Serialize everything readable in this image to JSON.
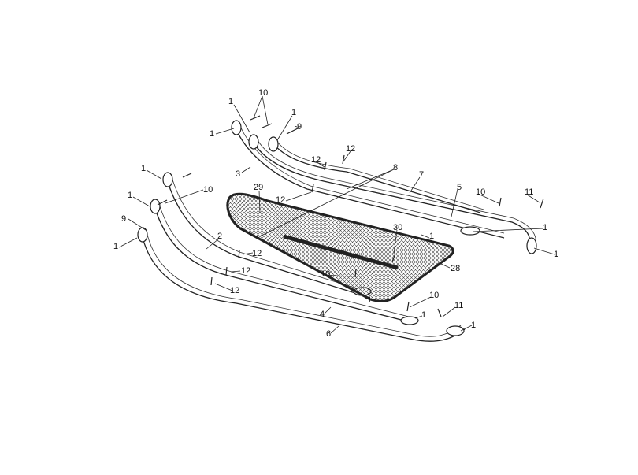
{
  "diagram": {
    "type": "exploded parts drawing",
    "part_labels": [
      "1",
      "10",
      "1",
      "9",
      "1",
      "12",
      "12",
      "3",
      "8",
      "7",
      "5",
      "10",
      "11",
      "29",
      "12",
      "1",
      "10",
      "1",
      "9",
      "1",
      "2",
      "12",
      "30",
      "1",
      "1",
      "1",
      "12",
      "28",
      "10",
      "12",
      "1",
      "10",
      "11",
      "4",
      "1",
      "1",
      "6"
    ]
  },
  "colors": {
    "line": "#222222",
    "background": "#ffffff"
  }
}
